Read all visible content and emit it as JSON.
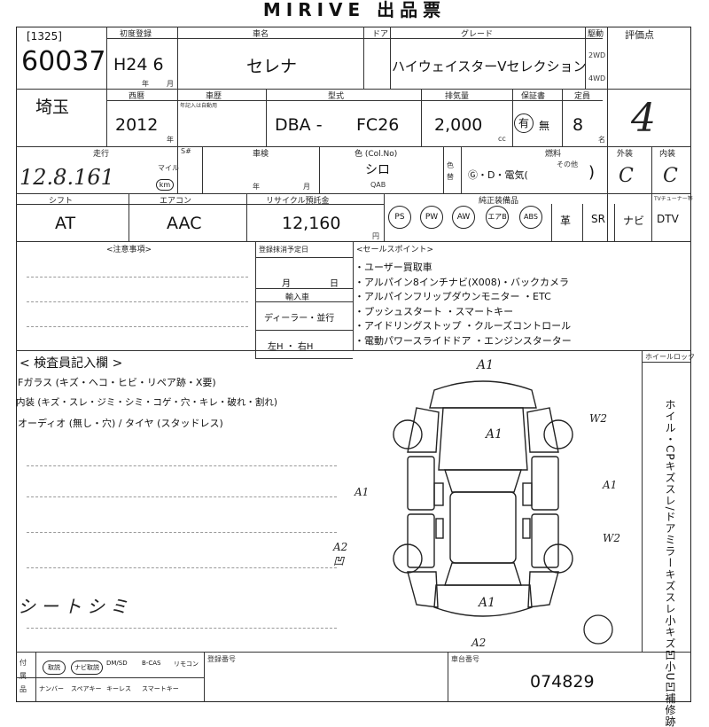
{
  "header": {
    "title": "MIRIVE 出品票"
  },
  "lot": {
    "tag": "[1325]",
    "number": "60037"
  },
  "registration": {
    "first_reg_label": "初度登録",
    "first_reg_value": "H24 6",
    "year_label": "年",
    "month_label": "月",
    "model_year_label": "西暦",
    "model_year_value": "2012",
    "model_year_unit": "年",
    "region": "埼玉",
    "warranty_label": "車歴",
    "warranty_note": "年記入は自動用"
  },
  "car": {
    "name_label": "車名",
    "name": "セレナ",
    "door_label": "ドア",
    "grade_label": "グレード",
    "grade": "ハイウェイスターVセレクション",
    "drive_label": "駆動",
    "drive_2wd": "2WD",
    "drive_4wd": "4WD",
    "type_label": "型式",
    "type_prefix": "DBA -",
    "type_code": "FC26",
    "displacement_label": "排気量",
    "displacement": "2,000",
    "displacement_unit": "cc",
    "guarantee_label": "保証書",
    "guarantee_yes": "有",
    "guarantee_no": "無",
    "capacity_label": "定員",
    "capacity": "8",
    "capacity_unit": "名",
    "eval_label": "評価点",
    "eval_score": "4"
  },
  "mileage": {
    "label": "走行",
    "value": "12.8.161",
    "unit_mile": "マイル",
    "unit_km": "km",
    "s_label": "S#",
    "inspection_label": "車検",
    "year_label": "年",
    "month_label": "月"
  },
  "color": {
    "label": "色 (Col.No)",
    "value": "シロ",
    "code": "QAB",
    "repaint_label": "色替"
  },
  "fuel": {
    "label": "燃料",
    "options": "Ⓖ・D・電気(",
    "other_label": "その他",
    "close": ")"
  },
  "exterior": {
    "label": "外装",
    "value": "C"
  },
  "interior": {
    "label": "内装",
    "value": "C"
  },
  "shift": {
    "label": "シフト",
    "value": "AT"
  },
  "aircon": {
    "label": "エアコン",
    "value": "AAC"
  },
  "recycle": {
    "label": "リサイクル預託金",
    "value": "12,160",
    "unit": "円"
  },
  "equipment": {
    "label": "純正装備品",
    "circled": [
      "PS",
      "PW",
      "AW",
      "エアB",
      "ABS"
    ],
    "plain": [
      "革",
      "SR",
      "ナビ",
      "DTV"
    ],
    "tuner_label": "TVチューナー等"
  },
  "notes": {
    "caution_label": "<注意事項>",
    "history_label": "登録抹消予定日",
    "month_label": "月",
    "day_label": "日",
    "import_label": "輸入車",
    "import_dealer": "ディーラー・並行",
    "steering": "左H ・ 右H",
    "sales_label": "<セールスポイント>",
    "sales_points": [
      "・ユーザー買取車",
      "・アルパイン8インチナビ(X008)・バックカメラ",
      "・アルパインフリップダウンモニター ・ETC",
      "・プッシュスタート ・スマートキー",
      "・アイドリングストップ ・クルーズコントロール",
      "・電動パワースライドドア ・エンジンスターター"
    ]
  },
  "inspector": {
    "title": "< 検査員記入欄 >",
    "glass": "Fガラス (キズ・ヘコ・ヒビ・リペア跡・X要)",
    "interior": "内装 (キズ・スレ・ジミ・シミ・コゲ・穴・キレ・破れ・割れ)",
    "audio": "オーディオ (無し・穴) / タイヤ (スタッドレス)",
    "handwritten_note": "シートシミ",
    "tire_lock_label": "ホイールロック",
    "side_text": "ホイル・CPキズスレ/ドアミラーキズスレ小キズ凹小U凹補修跡"
  },
  "damage_marks": {
    "front": "A1",
    "hood": "A1",
    "left_front": "W2",
    "left_side": "A1",
    "right_side": "A1",
    "right_rear": "W2",
    "rear_left": "A2 凹",
    "rear": "A1",
    "rear_bottom": "A2"
  },
  "bottom": {
    "accessories_label": "付属品",
    "items_row1": [
      "取説",
      "ナビ取説",
      "DM/SD",
      "B-CAS",
      "リモコン"
    ],
    "items_row2": [
      "ナンバー",
      "スペアキー",
      "キーレス",
      "スマートキー"
    ],
    "reg_number_label": "登録番号",
    "chassis_label": "車台番号",
    "chassis_number": "074829"
  }
}
